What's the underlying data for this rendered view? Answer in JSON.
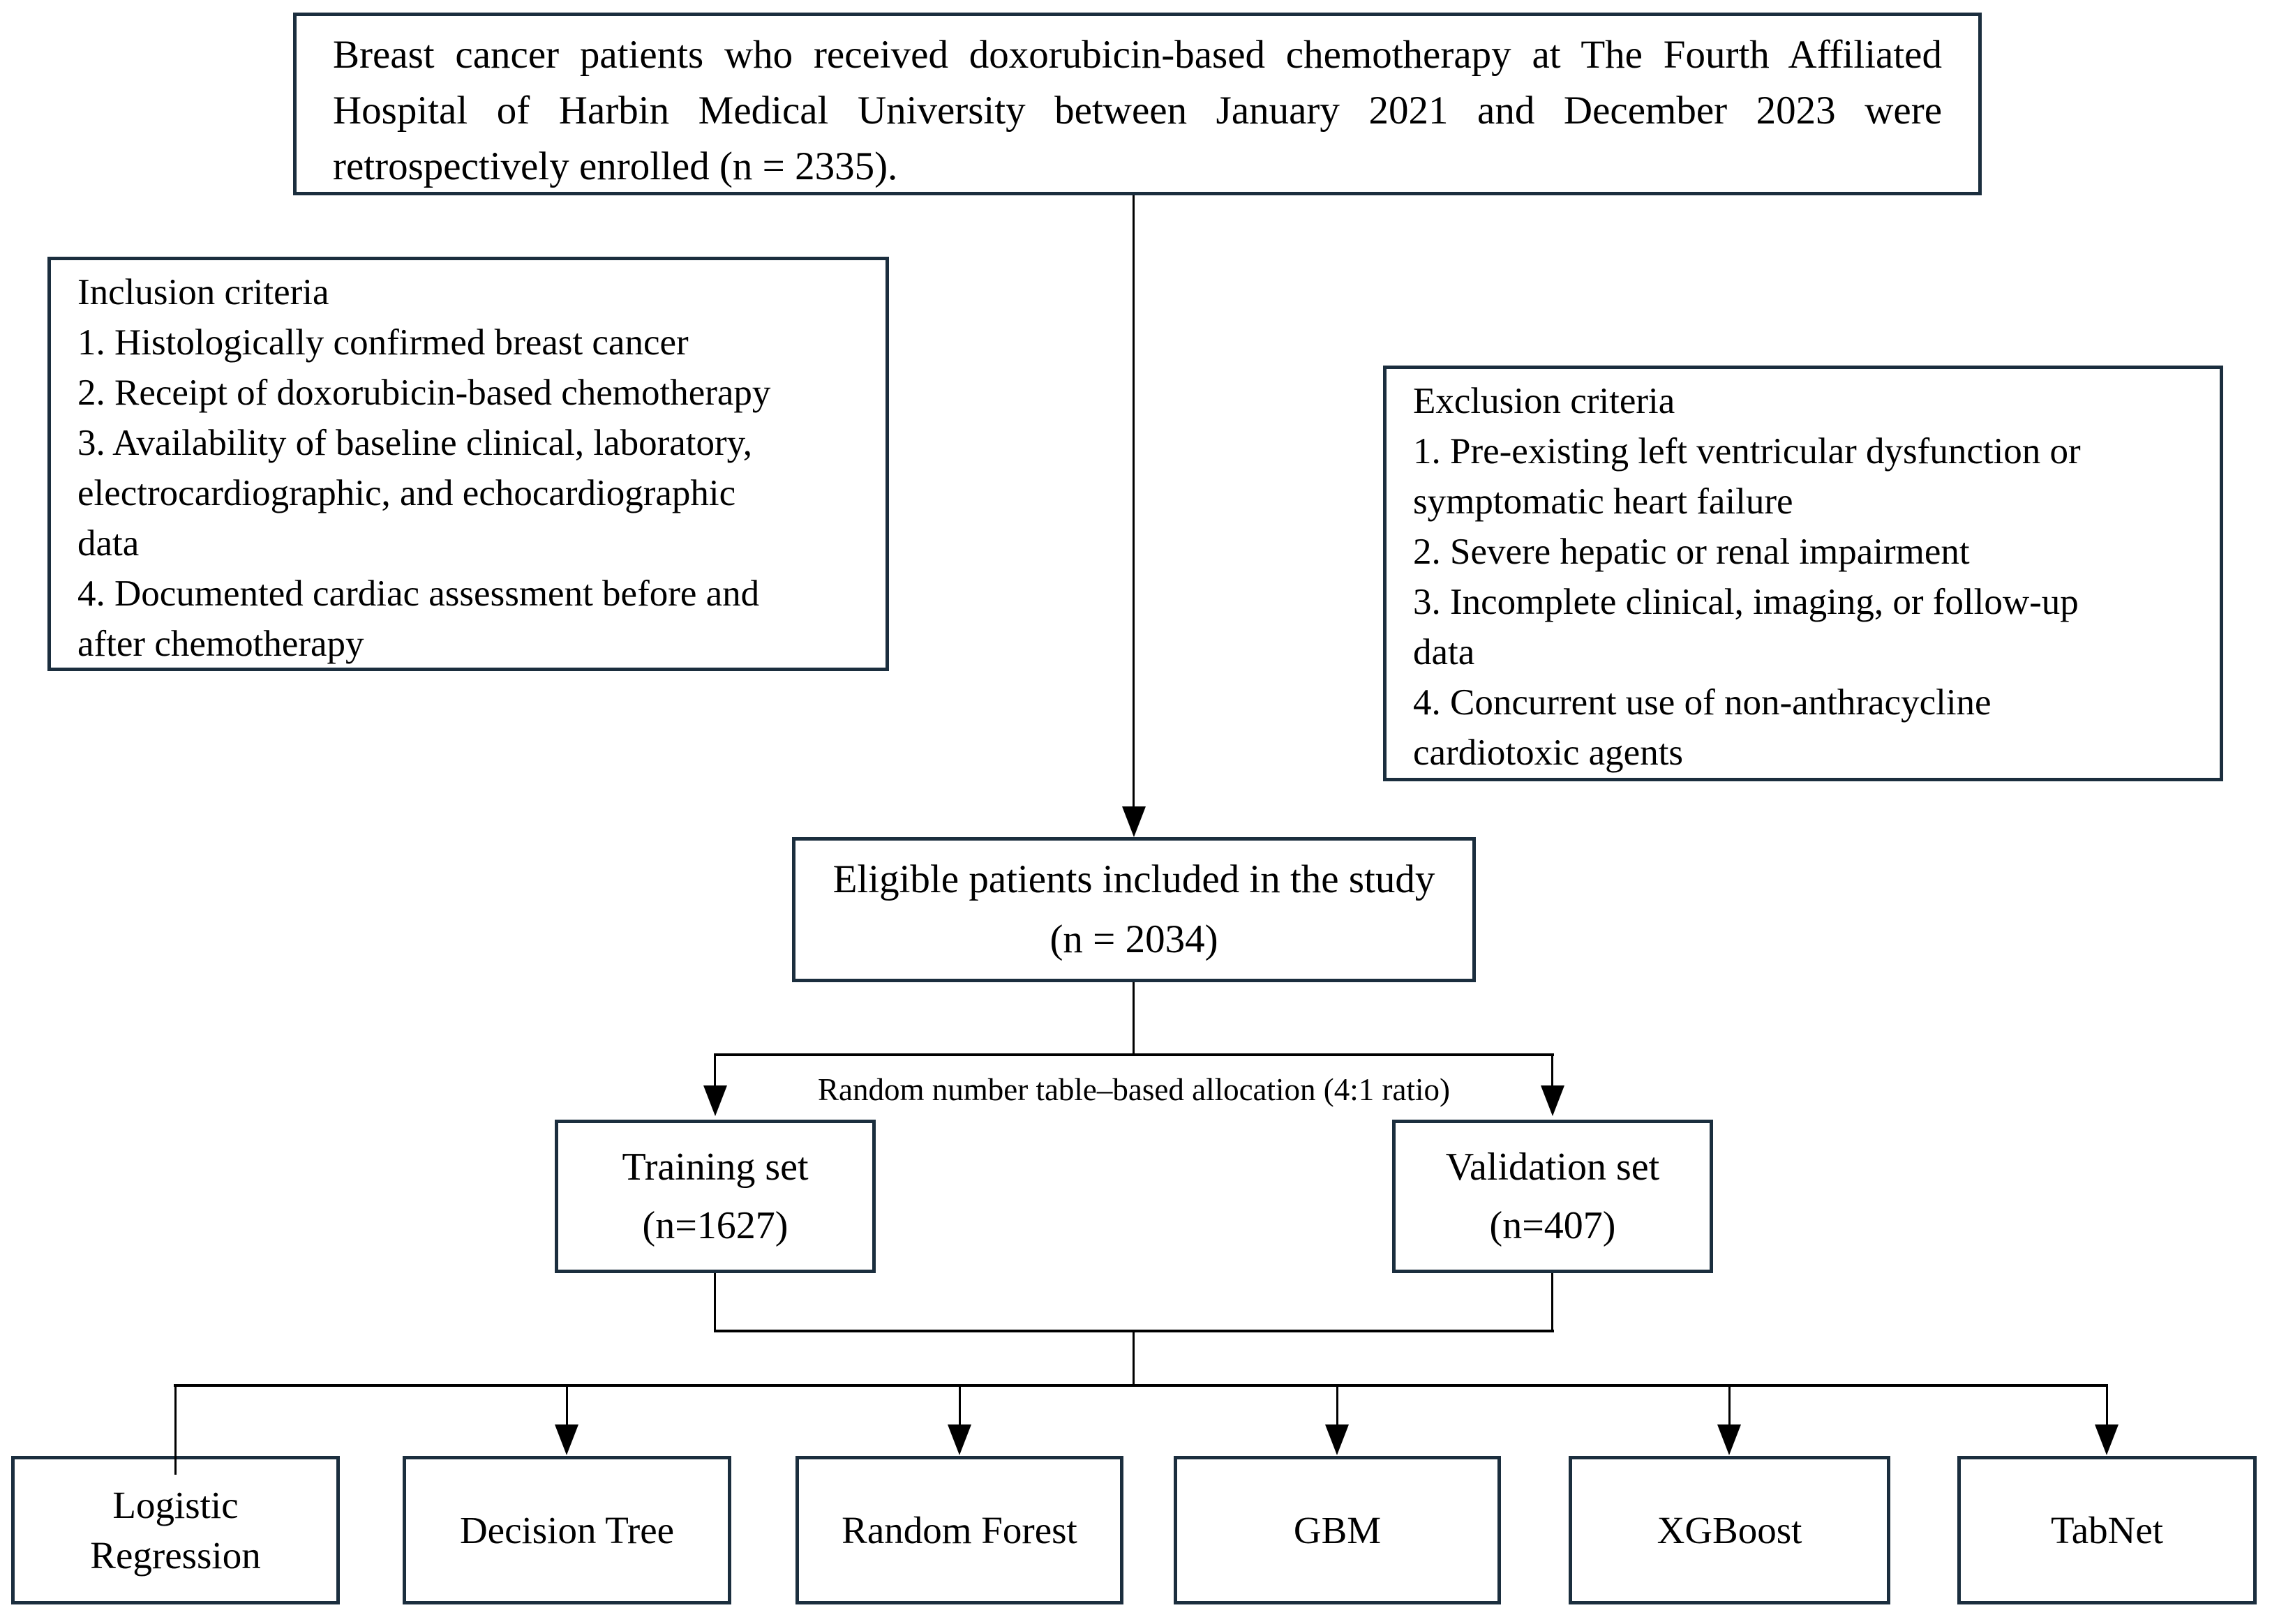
{
  "flowchart": {
    "top_box": {
      "lines": [
        "Breast cancer patients who received doxorubicin-based chemotherapy at The Fourth Affiliated",
        "Hospital of Harbin Medical University between January 2021 and December 2023 were",
        "retrospectively enrolled (n = 2335)."
      ]
    },
    "inclusion_box": {
      "lines": [
        "Inclusion criteria",
        "1. Histologically confirmed breast cancer",
        "2. Receipt of doxorubicin-based chemotherapy",
        "3. Availability of baseline clinical, laboratory,",
        "electrocardiographic, and echocardiographic",
        "data",
        "4. Documented cardiac assessment before and",
        "after chemotherapy"
      ]
    },
    "exclusion_box": {
      "lines": [
        "Exclusion criteria",
        "1. Pre-existing left ventricular dysfunction or",
        "symptomatic heart failure",
        "2. Severe hepatic or renal impairment",
        "3. Incomplete clinical, imaging, or follow-up",
        "data",
        "4. Concurrent use of non-anthracycline",
        "cardiotoxic agents"
      ]
    },
    "eligible_box": {
      "line1": "Eligible patients included in the study",
      "line2": "(n = 2034)"
    },
    "allocation_label": "Random number table–based allocation (4:1 ratio)",
    "training_box": {
      "line1": "Training set",
      "line2": "(n=1627)"
    },
    "validation_box": {
      "line1": "Validation set",
      "line2": "(n=407)"
    },
    "model_boxes": [
      "Logistic Regression",
      "Decision Tree",
      "Random Forest",
      "GBM",
      "XGBoost",
      "TabNet"
    ],
    "colors": {
      "box_border": "#1b2e3e",
      "connector": "#000000",
      "text": "#000000",
      "background": "#ffffff"
    }
  }
}
